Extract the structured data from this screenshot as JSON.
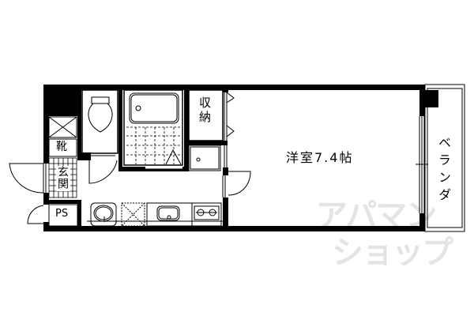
{
  "floorplan": {
    "rooms": {
      "western_room": {
        "label": "洋室7.4帖"
      },
      "balcony": {
        "label": "ベランダ"
      },
      "storage": {
        "label": "収納"
      },
      "shoe_box": {
        "label": "靴"
      },
      "entrance": {
        "label": "玄関"
      },
      "pipe_space": {
        "label": "PS"
      }
    },
    "fixtures": [
      "toilet-icon",
      "bathtub-icon",
      "washbasin-icon",
      "washing-machine-space-icon",
      "kitchen-sink-icon",
      "gas-stove-icon",
      "refrigerator-space-icon",
      "unit-bath-icon"
    ]
  },
  "watermark": {
    "line1": "アパマン",
    "line2": "ショップ"
  },
  "colors": {
    "wall": "#000000",
    "background": "#ffffff",
    "watermark": "#e4e4e4"
  }
}
